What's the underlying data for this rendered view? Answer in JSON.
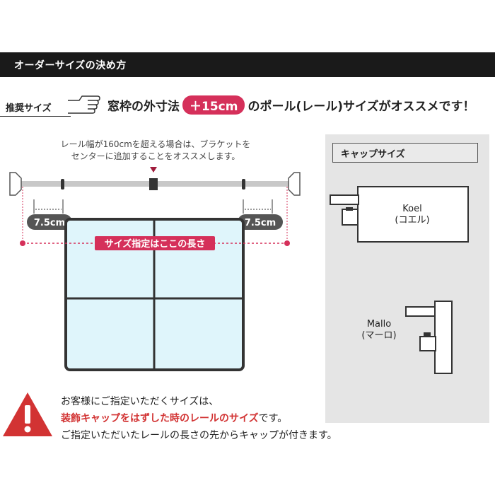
{
  "header": {
    "title": "オーダーサイズの決め方"
  },
  "recommend": {
    "label": "推奨サイズ",
    "text_before": "窓枠の外寸法",
    "badge": "＋15cm",
    "text_after": "のポール(レール)サイズがオススメです！"
  },
  "diagram": {
    "note_line1": "レール幅が160cmを超える場合は、ブラケットを",
    "note_line2": "センターに追加することをオススメします。",
    "left_offset": "7.5cm",
    "right_offset": "7.5cm",
    "size_label": "サイズ指定はここの長さ"
  },
  "cap_sizes": {
    "title": "キャップサイズ",
    "koel_name": "Koel",
    "koel_kana": "(コエル)",
    "mallo_name": "Mallo",
    "mallo_kana": "(マーロ)"
  },
  "warning": {
    "line1": "お客様にご指定いただくサイズは、",
    "line2_red": "装飾キャップをはずした時のレールのサイズ",
    "line2_rest": "です。",
    "line3": "ご指定いただいたレールの長さの先からキャップが付きます。"
  },
  "colors": {
    "accent": "#d5305a",
    "banner": "#1a1a1a",
    "glass": "#dff5fb",
    "warning": "#d23333"
  }
}
